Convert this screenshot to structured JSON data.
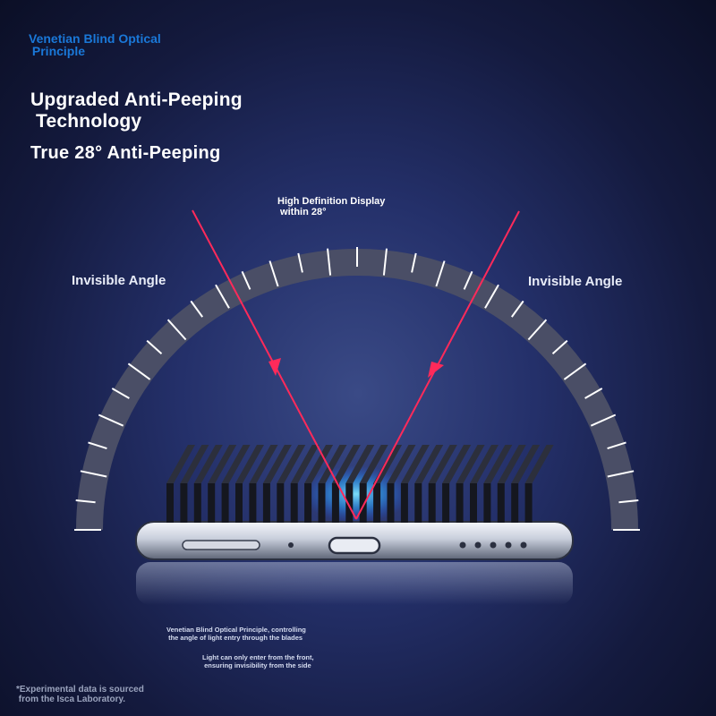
{
  "kicker": "Venetian Blind Optical\n Principle",
  "headline": "Upgraded Anti-Peeping\n Technology",
  "subhead": "True 28° Anti-Peeping",
  "diagram": {
    "hd_label": "High Definition Display\n within 28°",
    "invisible_left": "Invisible Angle",
    "invisible_right": "Invisible Angle",
    "caption_blades": "Venetian Blind Optical Principle, controlling\n the angle of light entry through the blades",
    "caption_front": "Light can only enter from the front,\n ensuring invisibility from the side"
  },
  "footnote": "*Experimental data is sourced\n from the Isca Laboratory.",
  "colors": {
    "ray": "#ff2a5a",
    "accent_blue": "#1a78d8",
    "arc_band": "#4a4e66"
  }
}
